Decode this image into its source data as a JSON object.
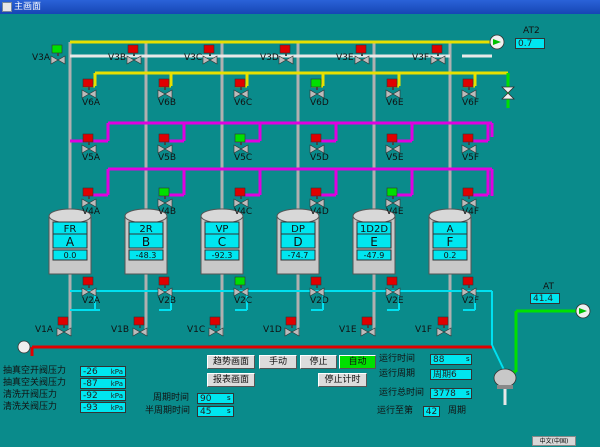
{
  "window": {
    "title": "主画面"
  },
  "colors": {
    "background": "#0a8b8b",
    "pipe_yellow": "#e8e000",
    "pipe_magenta": "#e000e0",
    "pipe_cyan": "#00e0f0",
    "pipe_red": "#e00000",
    "pipe_green": "#00e000",
    "valve_open": "#00e000",
    "valve_closed": "#e00000",
    "display_bg": "#00e6f0"
  },
  "icons": {
    "pump": "pump-icon",
    "valve": "valve-icon",
    "flow_end": "flow-arrow-icon",
    "tank": "tank-icon"
  },
  "top_valves": [
    {
      "label": "V3A",
      "state": "open"
    },
    {
      "label": "V3B",
      "state": "closed"
    },
    {
      "label": "V3C",
      "state": "closed"
    },
    {
      "label": "V3D",
      "state": "closed"
    },
    {
      "label": "V3E",
      "state": "closed"
    },
    {
      "label": "V3F",
      "state": "closed"
    }
  ],
  "row_valves": [
    {
      "row": "V6",
      "items": [
        {
          "label": "V6A",
          "state": "closed"
        },
        {
          "label": "V6B",
          "state": "closed"
        },
        {
          "label": "V6C",
          "state": "closed"
        },
        {
          "label": "V6D",
          "state": "open"
        },
        {
          "label": "V6E",
          "state": "closed"
        },
        {
          "label": "V6F",
          "state": "closed"
        }
      ]
    },
    {
      "row": "V5",
      "items": [
        {
          "label": "V5A",
          "state": "closed"
        },
        {
          "label": "V5B",
          "state": "closed"
        },
        {
          "label": "V5C",
          "state": "open"
        },
        {
          "label": "V5D",
          "state": "closed"
        },
        {
          "label": "V5E",
          "state": "closed"
        },
        {
          "label": "V5F",
          "state": "closed"
        }
      ]
    },
    {
      "row": "V4",
      "items": [
        {
          "label": "V4A",
          "state": "closed"
        },
        {
          "label": "V4B",
          "state": "open"
        },
        {
          "label": "V4C",
          "state": "closed"
        },
        {
          "label": "V4D",
          "state": "closed"
        },
        {
          "label": "V4E",
          "state": "open"
        },
        {
          "label": "V4F",
          "state": "closed"
        }
      ]
    },
    {
      "row": "V2",
      "items": [
        {
          "label": "V2A",
          "state": "closed"
        },
        {
          "label": "V2B",
          "state": "closed"
        },
        {
          "label": "V2C",
          "state": "open"
        },
        {
          "label": "V2D",
          "state": "closed"
        },
        {
          "label": "V2E",
          "state": "closed"
        },
        {
          "label": "V2F",
          "state": "closed"
        }
      ]
    }
  ],
  "bottom_valves": [
    {
      "label": "V1A",
      "state": "closed"
    },
    {
      "label": "V1B",
      "state": "closed"
    },
    {
      "label": "V1C",
      "state": "closed"
    },
    {
      "label": "V1D",
      "state": "closed"
    },
    {
      "label": "V1E",
      "state": "closed"
    },
    {
      "label": "V1F",
      "state": "closed"
    }
  ],
  "tanks": [
    {
      "tag": "FR",
      "letter": "A",
      "value": "0.0"
    },
    {
      "tag": "2R",
      "letter": "B",
      "value": "-48.3"
    },
    {
      "tag": "VP",
      "letter": "C",
      "value": "-92.3"
    },
    {
      "tag": "DP",
      "letter": "D",
      "value": "-74.7"
    },
    {
      "tag": "1D2D",
      "letter": "E",
      "value": "-47.9"
    },
    {
      "tag": "A",
      "letter": "F",
      "value": "0.2"
    }
  ],
  "at2": {
    "label": "AT2",
    "value": "0.7"
  },
  "at": {
    "label": "AT",
    "value": "41.4"
  },
  "params": [
    {
      "label": "抽真空开阀压力",
      "value": "-26",
      "unit": "kPa"
    },
    {
      "label": "抽真空关阀压力",
      "value": "-87",
      "unit": "kPa"
    },
    {
      "label": "清洗开阀压力",
      "value": "-92",
      "unit": "kPa"
    },
    {
      "label": "清洗关阀压力",
      "value": "-93",
      "unit": "kPa"
    }
  ],
  "period": {
    "label": "周期时间",
    "value": "90",
    "unit": "s"
  },
  "half_period": {
    "label": "半周期时间",
    "value": "45",
    "unit": "s"
  },
  "buttons": {
    "trend": "趋势画面",
    "report": "报表画面",
    "manual": "手动",
    "stop": "停止",
    "auto": "自动",
    "stop_timer": "停止计时"
  },
  "run_time": {
    "label": "运行时间",
    "value": "88",
    "unit": "s"
  },
  "run_period": {
    "label": "运行周期",
    "value": "周期6"
  },
  "total_time": {
    "label": "运行总时间",
    "value": "3778",
    "unit": "s"
  },
  "run_to": {
    "label": "运行至第",
    "value": "42",
    "unit": "周期"
  },
  "status_bar": {
    "ime": "中文(中国)"
  }
}
